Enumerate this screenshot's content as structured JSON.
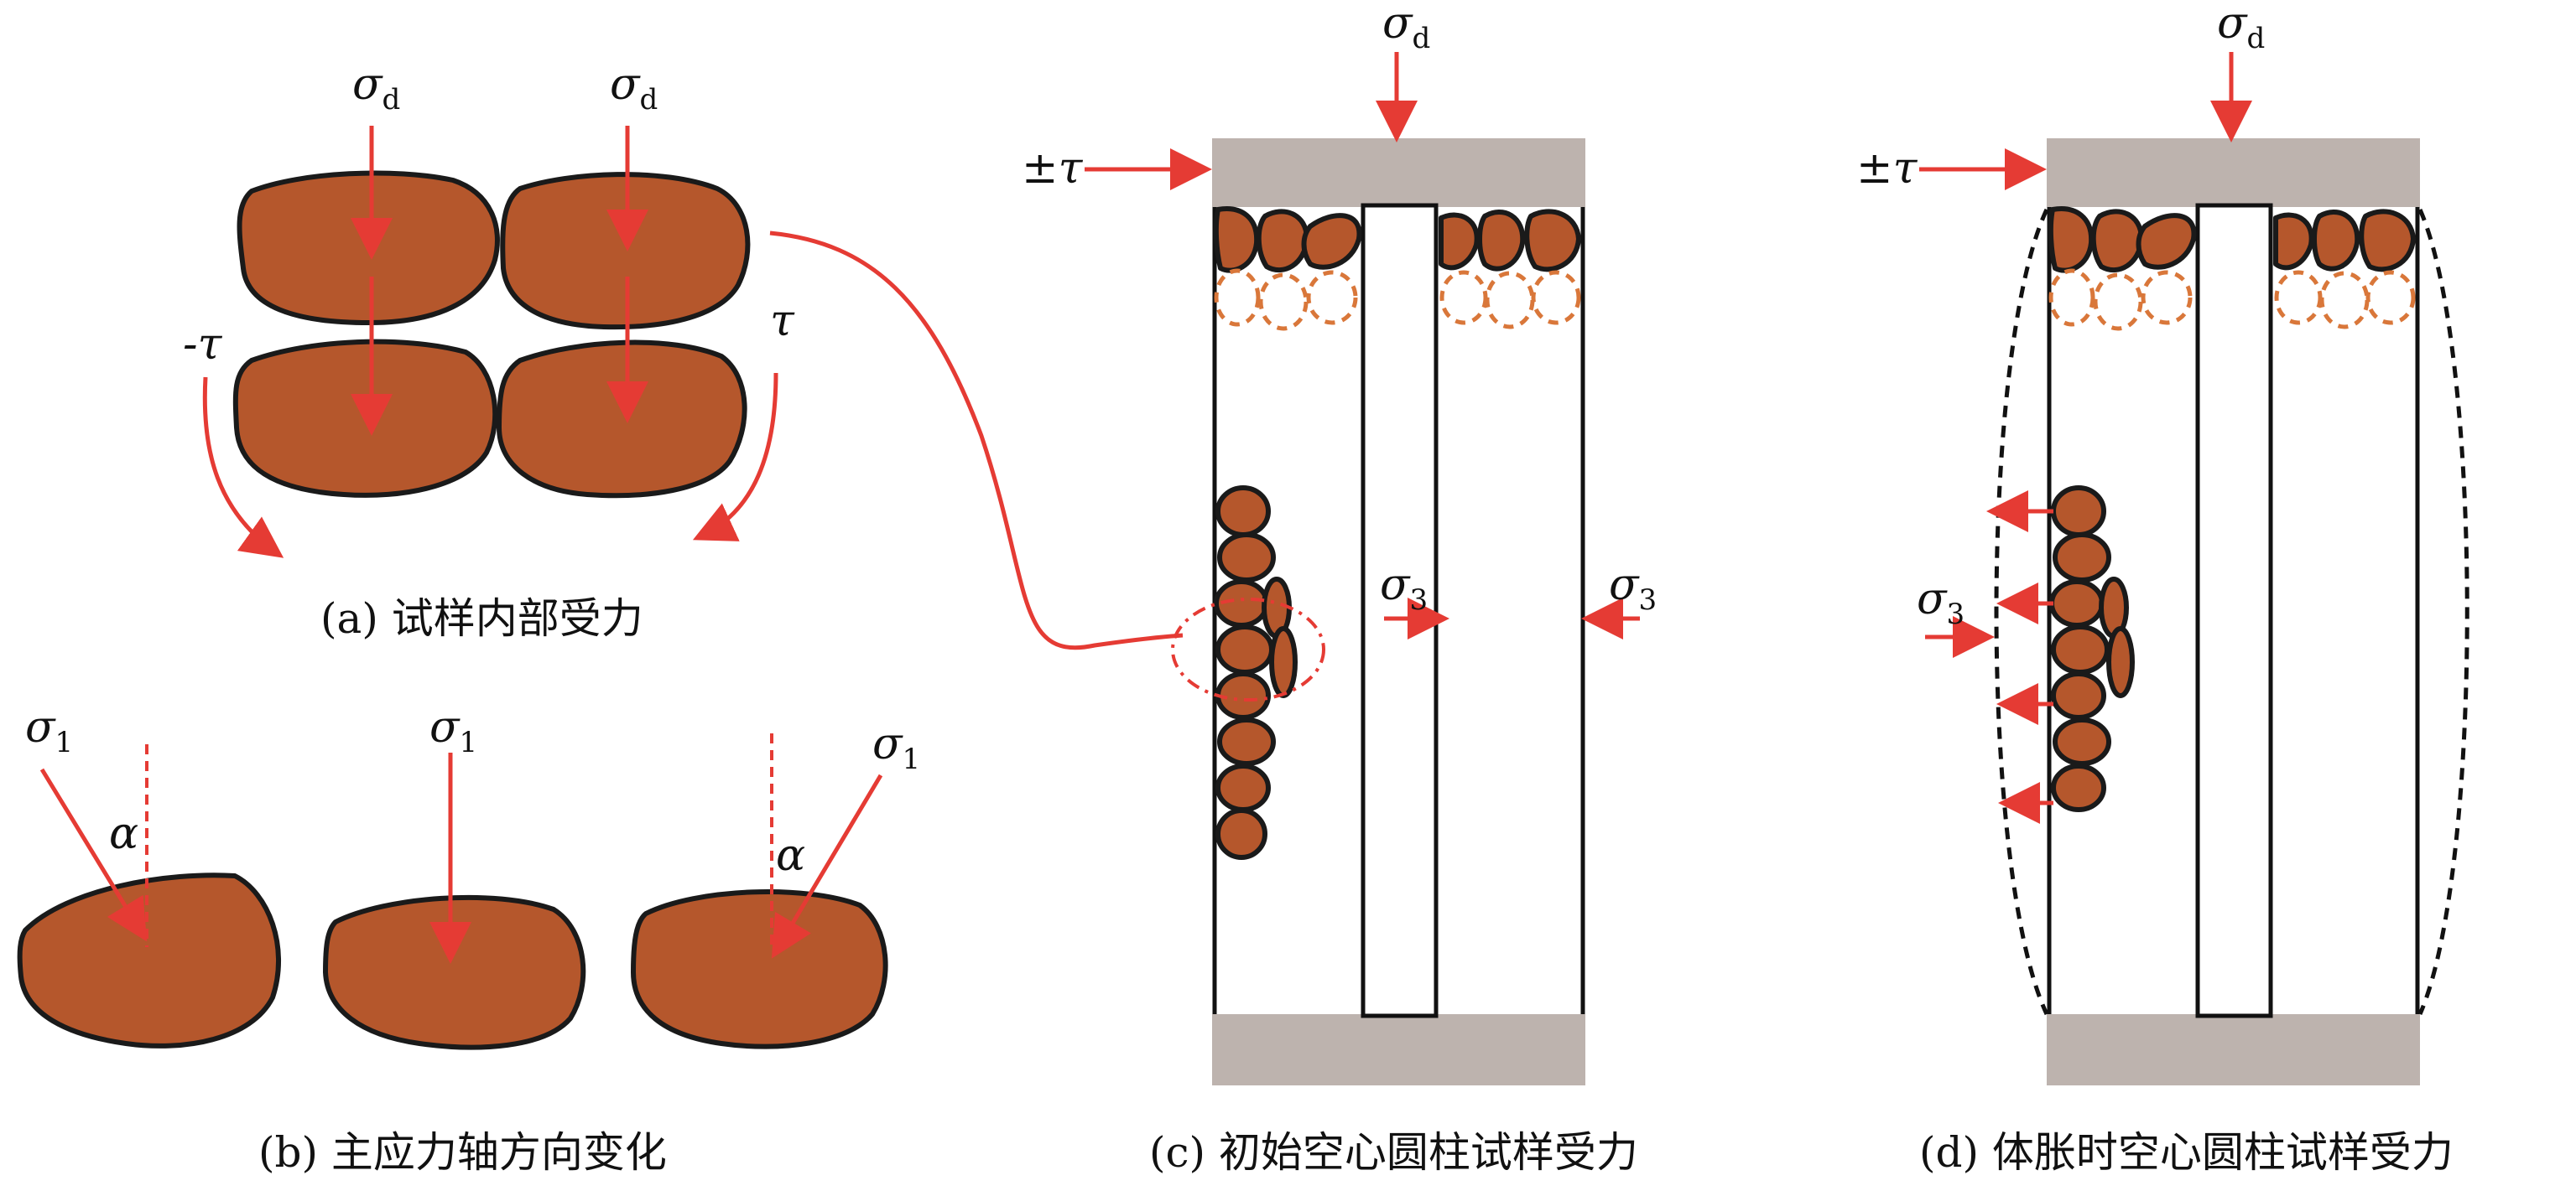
{
  "captions": {
    "a": "(a) 试样内部受力",
    "b": "(b) 主应力轴方向变化",
    "c": "(c) 初始空心圆柱试样受力",
    "d": "(d) 体胀时空心圆柱试样受力"
  },
  "symbols": {
    "sigma": "σ",
    "sub_d": "d",
    "sub_1": "1",
    "sub_3": "3",
    "tau_pos": "τ",
    "tau_neg": "-τ",
    "pm_tau": "±τ",
    "alpha": "α"
  },
  "colors": {
    "particle": "#b5572c",
    "arrow": "#e53b34",
    "plate": "#bdb3ae",
    "ghost": "#d9773a"
  }
}
